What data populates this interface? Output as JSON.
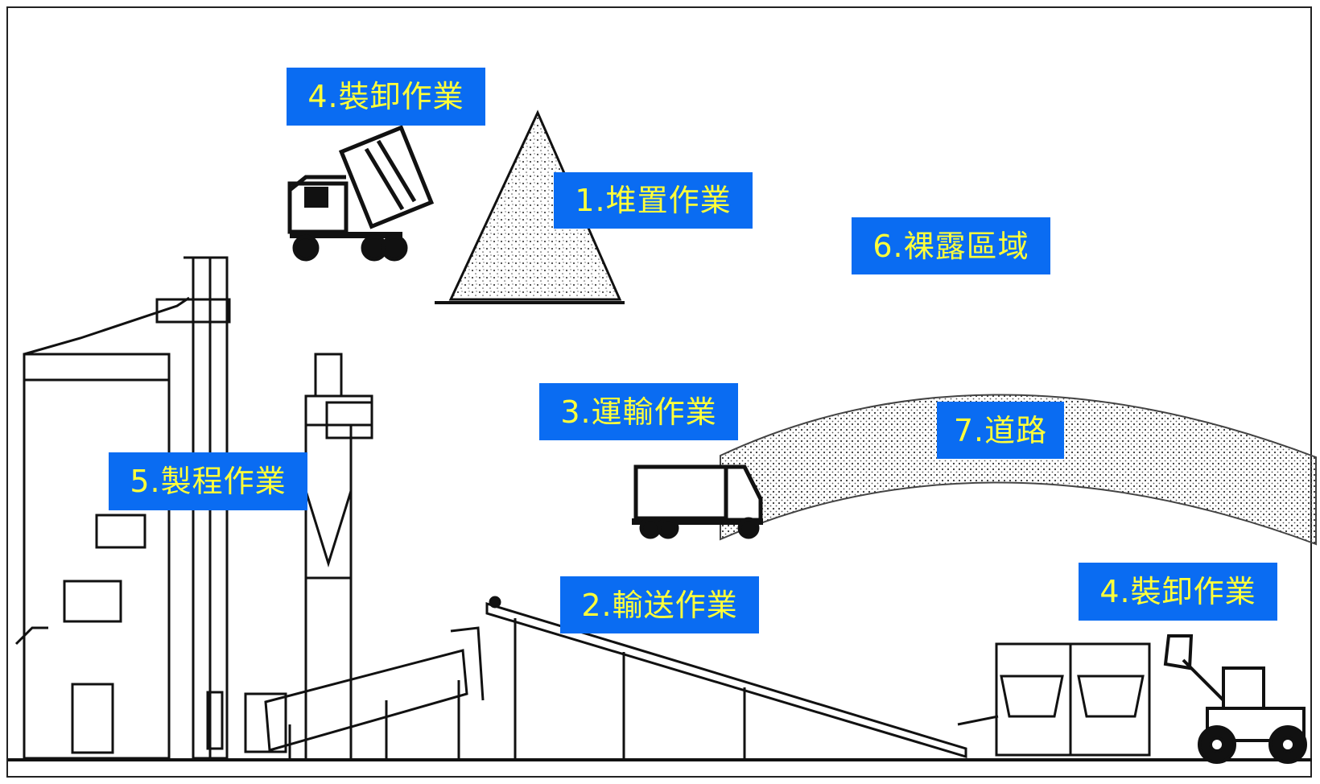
{
  "labels": {
    "loading_top": "4.裝卸作業",
    "stockpile": "1.堆置作業",
    "bare_area": "6.裸露區域",
    "transport": "3.運輸作業",
    "road": "7.道路",
    "process": "5.製程作業",
    "conveying": "2.輸送作業",
    "loading_right": "4.裝卸作業"
  },
  "colors": {
    "tag_background": "#0a6cf2",
    "tag_text": "#ffff3a",
    "line_art": "#111111"
  }
}
